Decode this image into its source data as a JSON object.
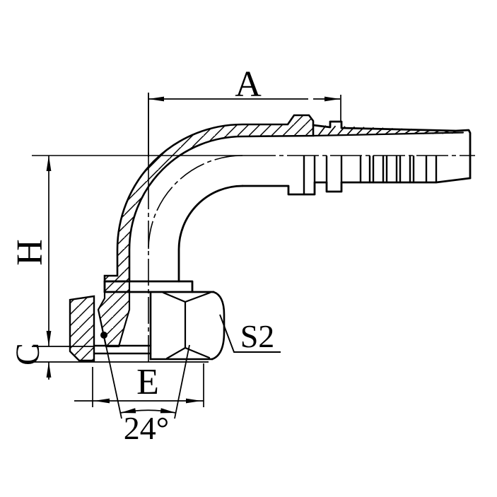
{
  "drawing": {
    "description": "Half-section technical drawing of a 90-degree elbow hydraulic hose fitting (female swivel with 24-degree cone seat and hose barb tail)",
    "background_color": "#ffffff",
    "line_color": "#000000",
    "labels": {
      "dim_a": "A",
      "dim_h": "H",
      "dim_c": "C",
      "dim_e": "E",
      "wrench_size": "S2",
      "cone_angle": "24°"
    }
  }
}
